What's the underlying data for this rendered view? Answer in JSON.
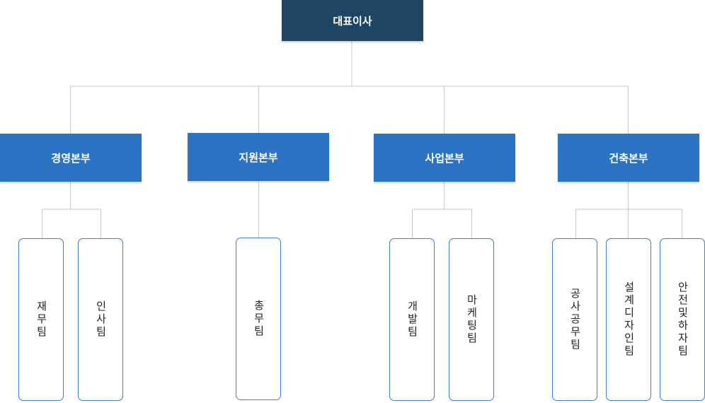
{
  "ceo": {
    "label": "대표이사"
  },
  "divisions": [
    {
      "label": "경영본부",
      "teams": [
        "재무팀",
        "인사팀"
      ]
    },
    {
      "label": "지원본부",
      "teams": [
        "총무팀"
      ]
    },
    {
      "label": "사업본부",
      "teams": [
        "개발팀",
        "마케팅팀"
      ]
    },
    {
      "label": "건축본부",
      "teams": [
        "공사공무팀",
        "설계디자인팀",
        "안전및하자팀"
      ]
    }
  ],
  "colors": {
    "ceo": "#1f4565",
    "division": "#2c73c4",
    "team_border": "#3f7fc7",
    "connector": "#c8c8c8"
  }
}
